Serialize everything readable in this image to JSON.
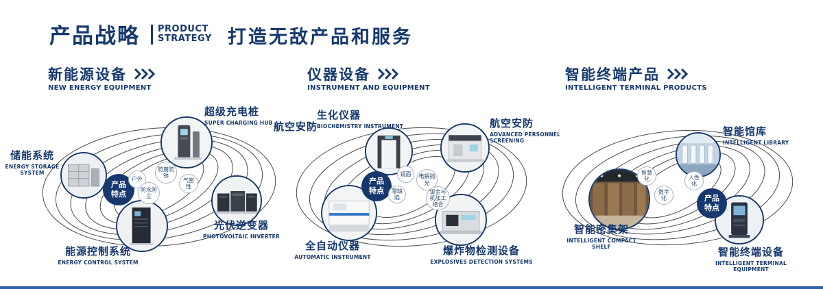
{
  "header": {
    "title_cn": "产品战略",
    "title_en_line1": "PRODUCT",
    "title_en_line2": "STRATEGY",
    "slogan": "打造无敌产品和服务"
  },
  "colors": {
    "navy": "#16386e",
    "ring": "#4a4a4a",
    "badge_bg": "#16386e"
  },
  "icons": {
    "section_arrows": "triple-chevron-right"
  },
  "sections": [
    {
      "title_cn": "新能源设备",
      "title_en": "NEW ENERGY EQUIPMENT",
      "badge": "产品特点",
      "features": [
        "户外",
        "防腐防锈",
        "气密性",
        "防水防尘"
      ],
      "products": [
        {
          "cn": "超级充电桩",
          "en": "SUPER CHARGING HUB",
          "image": "charging-hub"
        },
        {
          "cn": "储能系统",
          "en": "ENERGY STORAGE SYSTEM",
          "image": "energy-storage"
        },
        {
          "cn": "光伏逆变器",
          "en": "PHOTOVOLTAIC INVERTER",
          "image": "pv-inverter"
        },
        {
          "cn": "能源控制系统",
          "en": "ENERGY CONTROL SYSTEM",
          "image": "energy-control"
        }
      ]
    },
    {
      "title_cn": "仪器设备",
      "title_en": "INSTRUMENT AND EQUIPMENT",
      "badge": "产品特点",
      "side_label": "航空安防",
      "features": [
        "镜面",
        "电解抛光",
        "零缺陷",
        "钣金与机加工结合"
      ],
      "products": [
        {
          "cn": "生化仪器",
          "en": "BIOCHEMISTRY INSTRUMENT",
          "image": "security-gate"
        },
        {
          "cn": "航空安防",
          "en": "ADVANCED PERSONNEL SCREENING",
          "image": "personnel-screening"
        },
        {
          "cn": "全自动仪器",
          "en": "AUTOMATIC INSTRUMENT",
          "image": "automatic-instrument"
        },
        {
          "cn": "爆炸物检测设备",
          "en": "EXPLOSIVES DETECTION SYSTEMS",
          "image": "explosives-detection"
        }
      ]
    },
    {
      "title_cn": "智能终端产品",
      "title_en": "INTELLIGENT TERMINAL PRODUCTS",
      "badge": "产品特点",
      "features": [
        "智慧化",
        "人性化",
        "数字化"
      ],
      "products": [
        {
          "cn": "智能馆库",
          "en": "INTELLIGENT LIBRARY",
          "image": "intelligent-library"
        },
        {
          "cn": "智能密集架",
          "en": "INTELLIGENT COMPACT SHELF",
          "image": "compact-shelf"
        },
        {
          "cn": "智能终端设备",
          "en": "INTELLIGENT TERMINAL EQUIPMENT",
          "image": "intelligent-terminal"
        }
      ]
    }
  ]
}
